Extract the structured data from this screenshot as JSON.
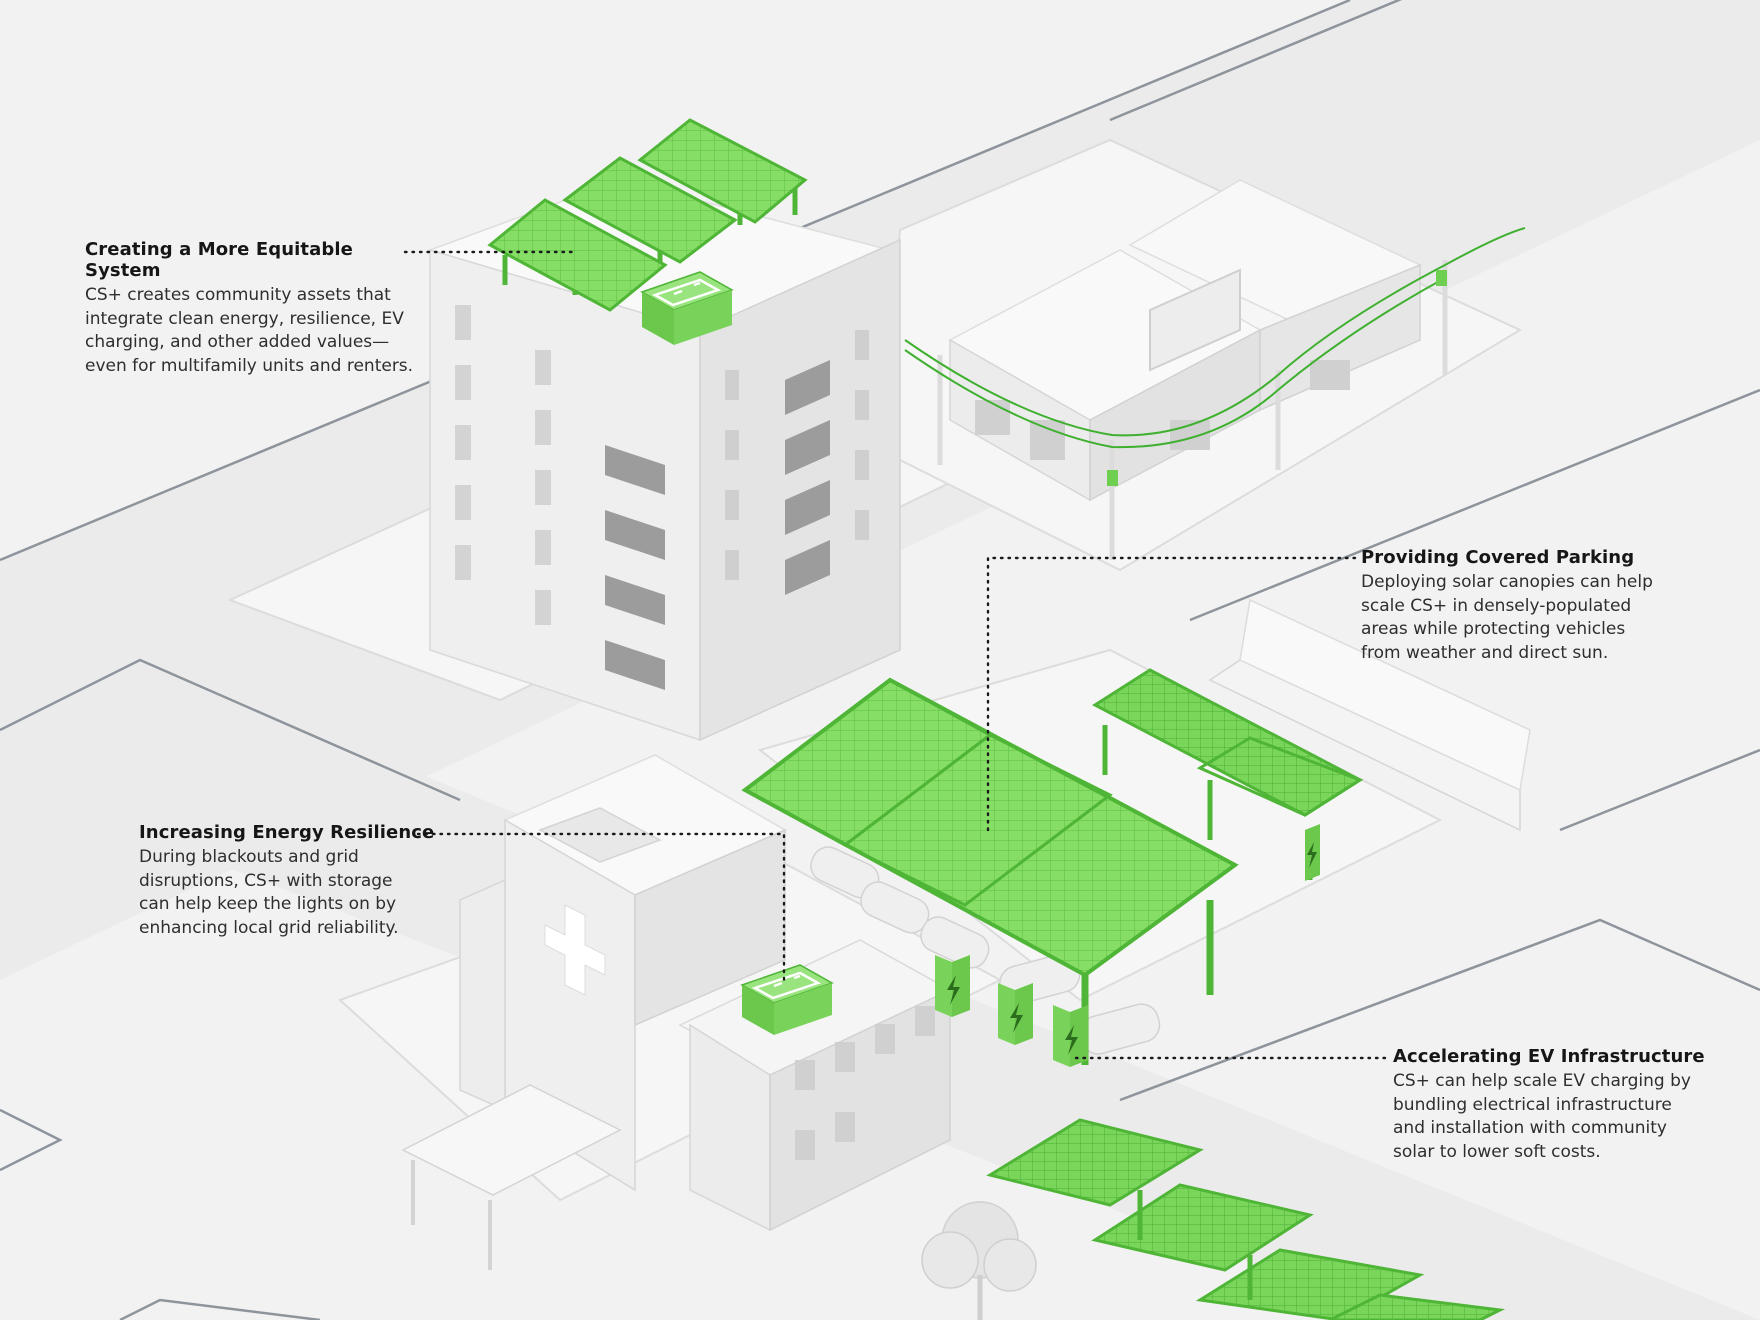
{
  "callouts": {
    "equitable": {
      "title": "Creating a More Equitable System",
      "lines": [
        "CS+ creates community assets that",
        "integrate clean energy, resilience, EV",
        "charging, and other added values—",
        "even for multifamily units and renters."
      ]
    },
    "parking": {
      "title": "Providing Covered Parking",
      "lines": [
        "Deploying solar canopies can help",
        "scale CS+ in densely-populated",
        "areas while protecting vehicles",
        "from weather and direct sun."
      ]
    },
    "resilience": {
      "title": "Increasing Energy Resilience",
      "lines": [
        "During blackouts and grid",
        "disruptions, CS+ with storage",
        "can help keep the lights on by",
        "enhancing local grid reliability."
      ]
    },
    "ev": {
      "title": "Accelerating EV Infrastructure",
      "lines": [
        "CS+ can help scale EV charging by",
        "bundling electrical infrastructure",
        "and installation with community",
        "solar to lower soft costs."
      ]
    }
  },
  "colors": {
    "solar_green": "#7bd85a",
    "solar_edge": "#4fb536",
    "building_white": "#f7f7f7",
    "ground": "#f2f2f2",
    "road_edge": "#8e949c"
  },
  "icons": [
    "battery-icon",
    "lightning-bolt-icon",
    "medical-cross-icon"
  ]
}
